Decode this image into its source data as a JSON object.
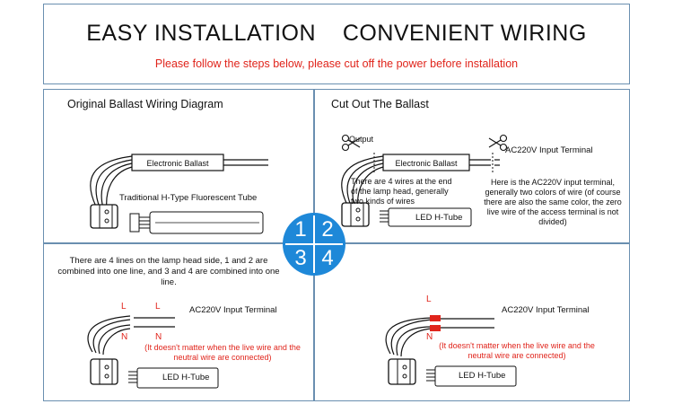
{
  "header": {
    "title": "EASY INSTALLATION    CONVENIENT WIRING",
    "subtitle": "Please follow the steps below, please cut off the power before installation"
  },
  "panels": [
    {
      "title": "Original Ballast Wiring Diagram",
      "ballast": "Electronic Ballast",
      "tube": "Traditional H-Type Fluorescent Tube"
    },
    {
      "title": "Cut Out The Ballast",
      "output": "Output",
      "ballast": "Electronic Ballast",
      "input": "AC220V Input Terminal",
      "note_wires": "There are 4 wires at the end of the lamp head, generally two kinds of wires",
      "note_input": "Here is the AC220V input terminal, generally two colors of wire (of course there are also the same color, the zero live wire of the access terminal is not divided)",
      "tube": "LED H-Tube"
    },
    {
      "note": "There are 4 lines on the lamp head side, 1 and 2 are combined into one line, and 3 and 4 are combined into one line.",
      "input": "AC220V Input Terminal",
      "l1": "L",
      "l2": "L",
      "n1": "N",
      "n2": "N",
      "warning": "(It doesn't matter when the live wire and the neutral wire are connected)",
      "tube": "LED H-Tube"
    },
    {
      "input": "AC220V Input Terminal",
      "l": "L",
      "n": "N",
      "warning": "(It doesn't matter when the live wire and the neutral wire are connected)",
      "tube": "LED H-Tube"
    }
  ],
  "steps": [
    "1",
    "2",
    "3",
    "4"
  ],
  "colors": {
    "badge": "#1e88d8",
    "accent": "#e0241b",
    "border": "#6a8fb0"
  },
  "icons": [
    "scissors-icon",
    "scissors-icon"
  ]
}
